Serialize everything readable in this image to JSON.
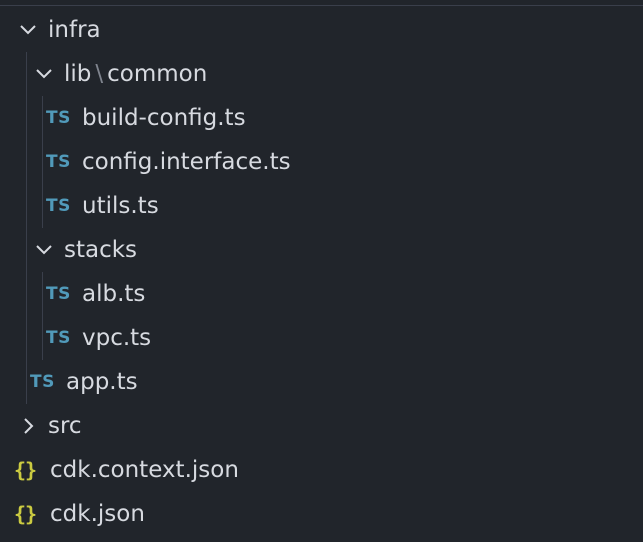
{
  "explorer": {
    "infra": {
      "label": "infra"
    },
    "lib_common": {
      "part1": "lib",
      "separator": "\\",
      "part2": "common"
    },
    "build_config": {
      "label": "build-config.ts"
    },
    "config_interface": {
      "label": "config.interface.ts"
    },
    "utils": {
      "label": "utils.ts"
    },
    "stacks": {
      "label": "stacks"
    },
    "alb": {
      "label": "alb.ts"
    },
    "vpc": {
      "label": "vpc.ts"
    },
    "app": {
      "label": "app.ts"
    },
    "src": {
      "label": "src"
    },
    "cdk_context": {
      "label": "cdk.context.json"
    },
    "cdk_json": {
      "label": "cdk.json"
    }
  },
  "icons": {
    "ts_badge": "TS",
    "json_badge": "{}",
    "chevron_down": "chevron-down-icon",
    "chevron_right": "chevron-right-icon"
  },
  "colors": {
    "background": "#21252b",
    "text": "#d7dae0",
    "ts_icon": "#519aba",
    "json_icon": "#cbcb41",
    "guide": "#3a3f4b"
  }
}
